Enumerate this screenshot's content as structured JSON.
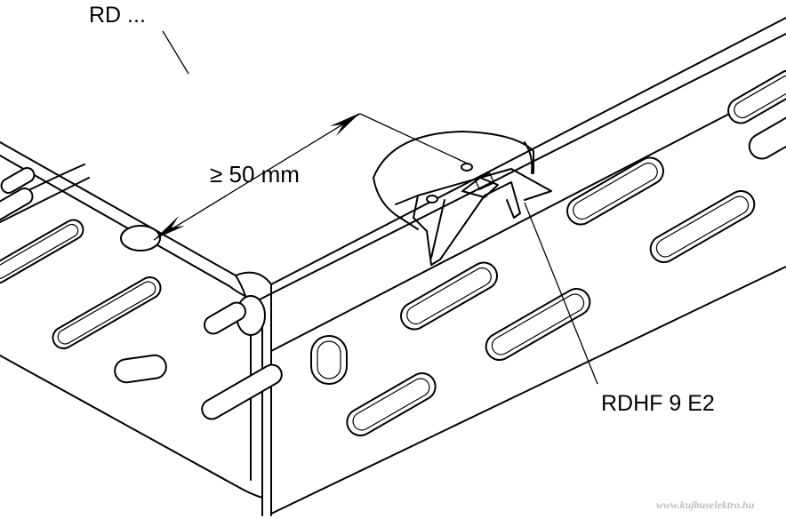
{
  "labels": {
    "tray": "RD ...",
    "dimension": "≥ 50 mm",
    "clamp": "RDHF 9 E2",
    "watermark": "www.kujbuselektro.hu"
  },
  "colors": {
    "line": "#000000",
    "background": "#ffffff",
    "watermark": "#bdbdbd"
  }
}
